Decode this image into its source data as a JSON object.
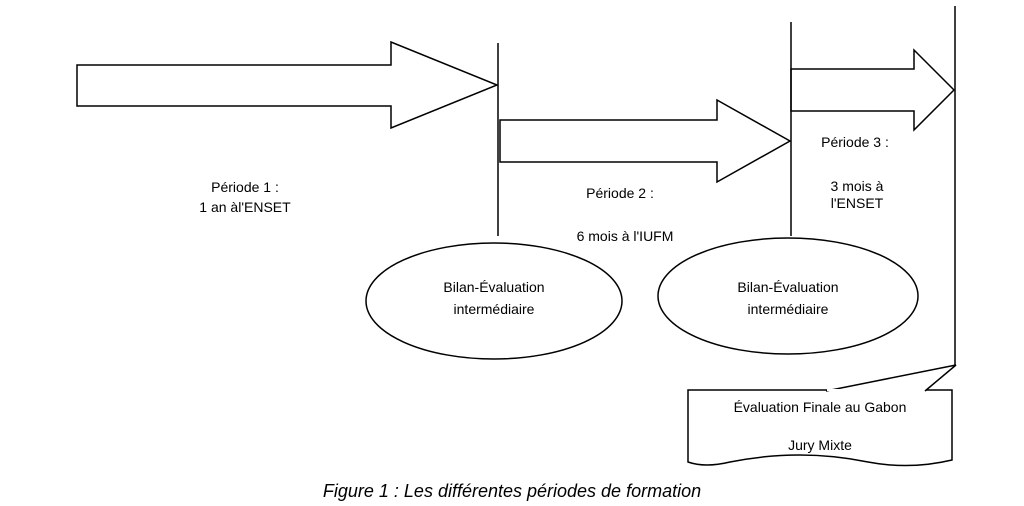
{
  "periods": [
    {
      "title": "Période 1 :",
      "detail": "1 an àl'ENSET"
    },
    {
      "title": "Période 2 :",
      "detail": "6 mois à l'IUFM"
    },
    {
      "title": "Période 3 :",
      "detail_line1": "3 mois à",
      "detail_line2": "l'ENSET"
    }
  ],
  "bilans": [
    {
      "line1": "Bilan-Évaluation",
      "line2": "intermédiaire"
    },
    {
      "line1": "Bilan-Évaluation",
      "line2": "intermédiaire"
    }
  ],
  "final": {
    "line1": "Évaluation Finale au Gabon",
    "line2": "Jury Mixte"
  },
  "caption": "Figure 1 : Les différentes périodes de formation",
  "colors": {
    "stroke": "#000000",
    "fill": "#ffffff",
    "text": "#000000"
  }
}
